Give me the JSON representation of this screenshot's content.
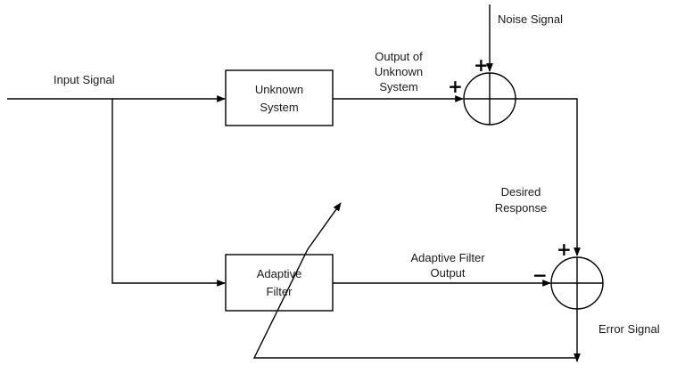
{
  "diagram": {
    "input_label": "Input Signal",
    "unknown_system": [
      "Unknown",
      "System"
    ],
    "adaptive_filter": [
      "Adaptive",
      "Filter"
    ],
    "output_unknown": [
      "Output of",
      "Unknown",
      "System"
    ],
    "noise_label": "Noise Signal",
    "desired_response": [
      "Desired",
      "Response"
    ],
    "adaptive_output": [
      "Adaptive Filter",
      "Output"
    ],
    "error_label": "Error Signal",
    "signs": {
      "sum1_top": "+",
      "sum1_left": "+",
      "sum2_top": "+",
      "sum2_left": "−"
    }
  }
}
